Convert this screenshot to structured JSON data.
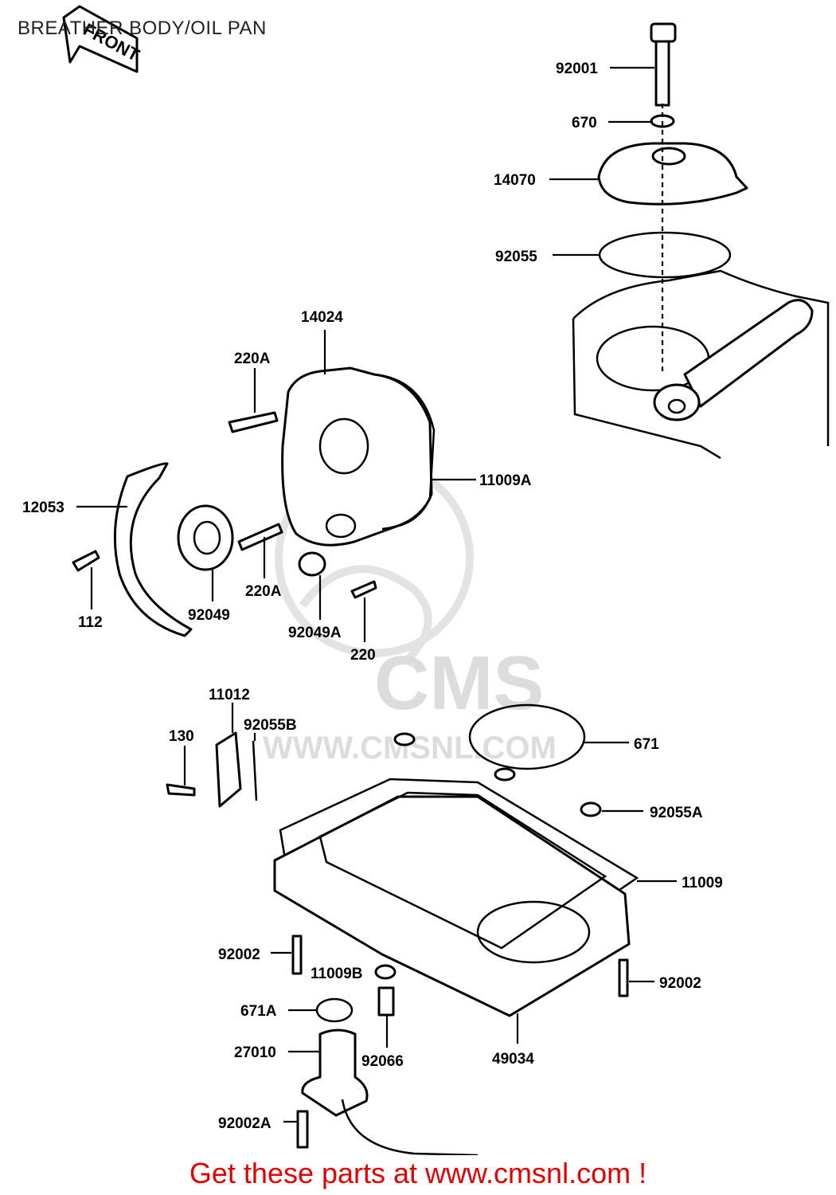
{
  "title": "BREATHER BODY/OIL PAN",
  "front_arrow": "FRONT",
  "watermark": {
    "brand": "CMS",
    "site": "WWW.CMSNL.COM"
  },
  "footer": "Get these parts at www.cmsnl.com !",
  "parts": {
    "p92001": "92001",
    "p670": "670",
    "p14070": "14070",
    "p92055": "92055",
    "p14024": "14024",
    "p220A_top": "220A",
    "p11009A": "11009A",
    "p12053": "12053",
    "p112": "112",
    "p92049": "92049",
    "p220A_bottom": "220A",
    "p92049A": "92049A",
    "p220": "220",
    "p11012": "11012",
    "p130": "130",
    "p92055B": "92055B",
    "p671": "671",
    "p92055A": "92055A",
    "p11009": "11009",
    "p92002_left": "92002",
    "p11009B": "11009B",
    "p92002_right": "92002",
    "p671A": "671A",
    "p27010": "27010",
    "p92066": "92066",
    "p49034": "49034",
    "p92002A": "92002A"
  }
}
